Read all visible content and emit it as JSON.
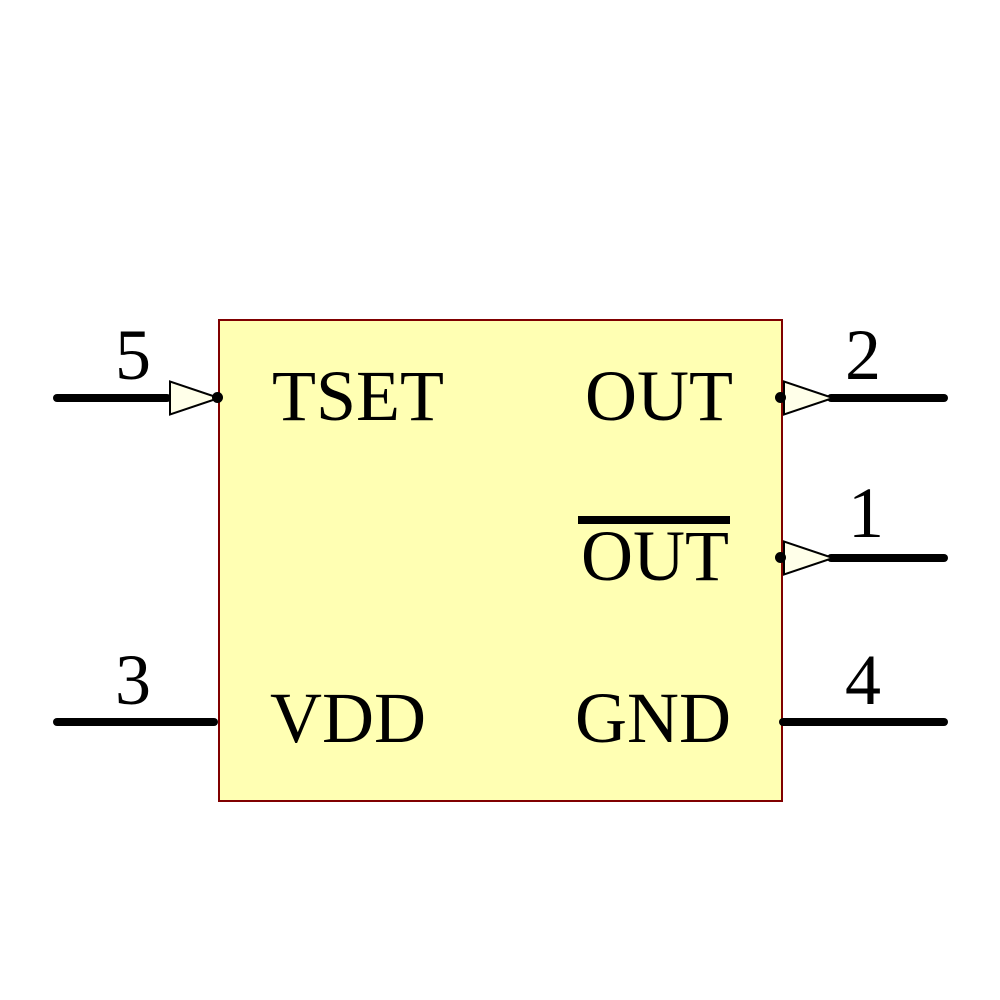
{
  "diagram": {
    "component": {
      "pins": [
        {
          "number": "5",
          "label": "TSET",
          "side": "left",
          "row": "top",
          "has_arrow": true,
          "overline": false
        },
        {
          "number": "2",
          "label": "OUT",
          "side": "right",
          "row": "top",
          "has_arrow": true,
          "overline": false
        },
        {
          "number": "1",
          "label": "OUT",
          "side": "right",
          "row": "middle",
          "has_arrow": true,
          "overline": true
        },
        {
          "number": "3",
          "label": "VDD",
          "side": "left",
          "row": "bottom",
          "has_arrow": false,
          "overline": false
        },
        {
          "number": "4",
          "label": "GND",
          "side": "right",
          "row": "bottom",
          "has_arrow": false,
          "overline": false
        }
      ]
    },
    "colors": {
      "background": "#FFFFFF",
      "body_fill": "#FFFFB3",
      "body_border": "#800000",
      "arrow_fill": "#FFFFE9",
      "wire": "#000000",
      "text": "#000000"
    }
  }
}
